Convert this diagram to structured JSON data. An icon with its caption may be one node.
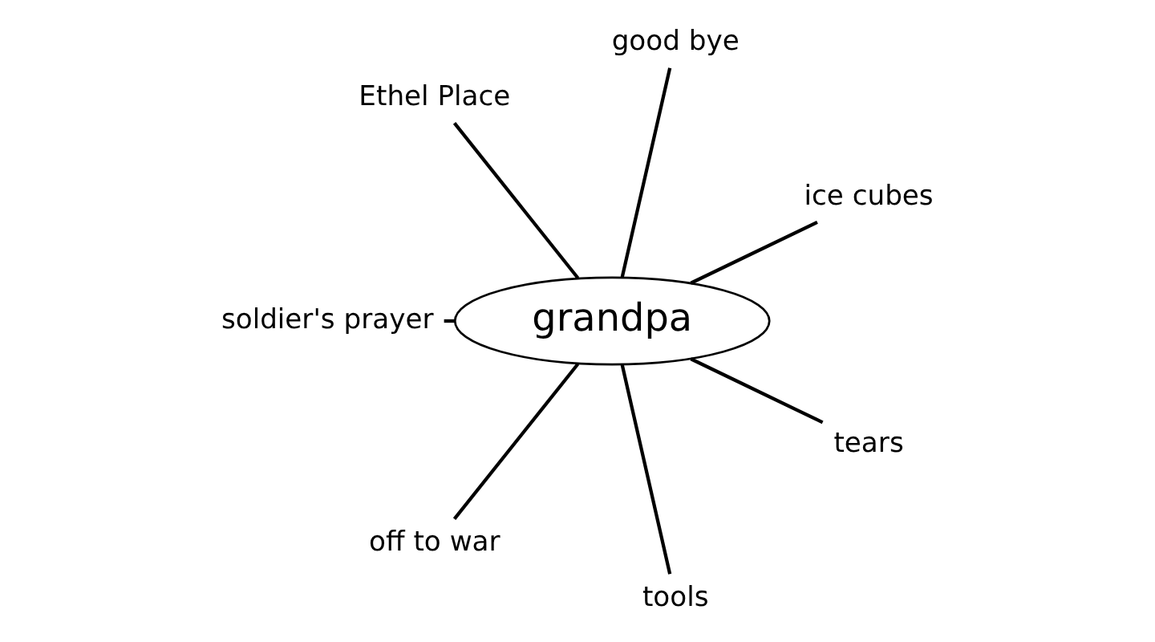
{
  "diagram": {
    "nodes": [
      {
        "text": [
          "ice cubes"
        ]
      },
      {
        "text": [
          "good bye"
        ]
      },
      {
        "text": [
          "Ethel Place"
        ]
      },
      {
        "text": [
          "soldier's prayer"
        ]
      },
      {
        "text": [
          "grandpa"
        ]
      },
      {
        "text": [
          "off to war"
        ]
      },
      {
        "text": [
          "tools"
        ]
      },
      {
        "text": [
          "tears"
        ]
      }
    ],
    "edges": [
      {
        "from": 4,
        "to": 0,
        "arrow": "none"
      },
      {
        "from": 4,
        "to": 1,
        "arrow": "none"
      },
      {
        "from": 4,
        "to": 2,
        "arrow": "none"
      },
      {
        "from": 4,
        "to": 3,
        "arrow": "none"
      },
      {
        "from": 4,
        "to": 5,
        "arrow": "none"
      },
      {
        "from": 4,
        "to": 6,
        "arrow": "none"
      },
      {
        "from": 4,
        "to": 7,
        "arrow": "none"
      }
    ]
  }
}
